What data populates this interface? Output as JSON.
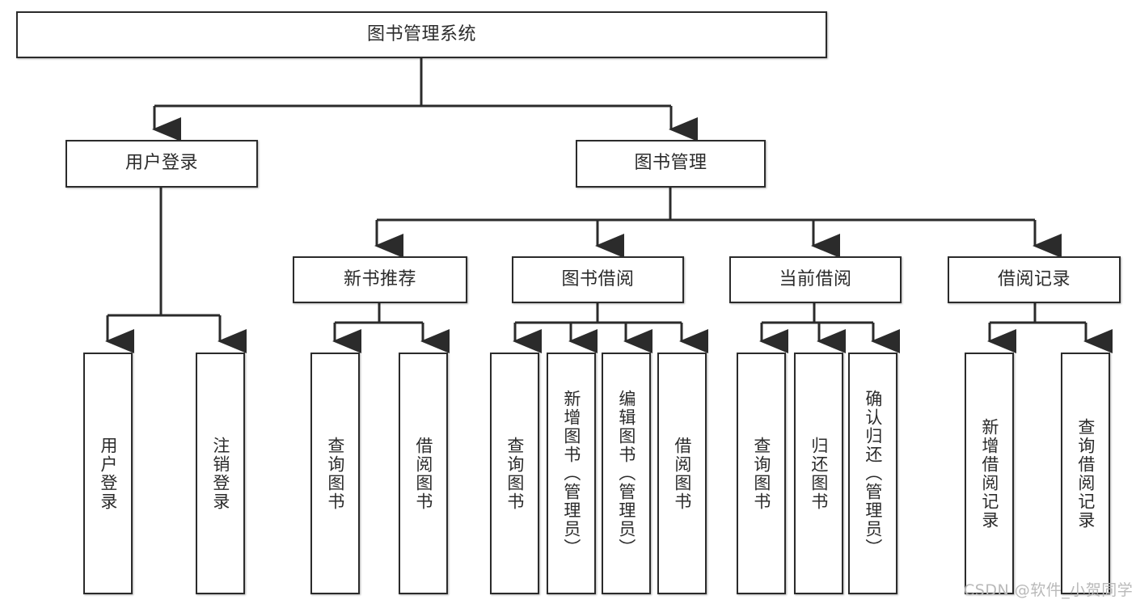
{
  "diagram": {
    "type": "tree-hierarchy-chart",
    "title": "图书管理系统",
    "orientation": "top-down",
    "line_color": "#2b2b2b",
    "box_fill": "#ffffff",
    "text_color": "#2b2b2b"
  },
  "root": {
    "label": "图书管理系统"
  },
  "level2": [
    {
      "label": "用户登录"
    },
    {
      "label": "图书管理"
    }
  ],
  "level3": [
    {
      "label": "新书推荐"
    },
    {
      "label": "图书借阅"
    },
    {
      "label": "当前借阅"
    },
    {
      "label": "借阅记录"
    }
  ],
  "leaves": {
    "user_login": [
      {
        "label": "用户登录"
      },
      {
        "label": "注销登录"
      }
    ],
    "new_book": [
      {
        "label": "查询图书"
      },
      {
        "label": "借阅图书"
      }
    ],
    "book_borrow": [
      {
        "label": "查询图书"
      },
      {
        "label": "新增图书（管理员）"
      },
      {
        "label": "编辑图书（管理员）"
      },
      {
        "label": "借阅图书"
      }
    ],
    "current_borrow": [
      {
        "label": "查询图书"
      },
      {
        "label": "归还图书"
      },
      {
        "label": "确认归还（管理员）"
      }
    ],
    "borrow_record": [
      {
        "label": "新增借阅记录"
      },
      {
        "label": "查询借阅记录"
      }
    ]
  },
  "watermark": {
    "text": "CSDN @软件_小贺同学"
  }
}
